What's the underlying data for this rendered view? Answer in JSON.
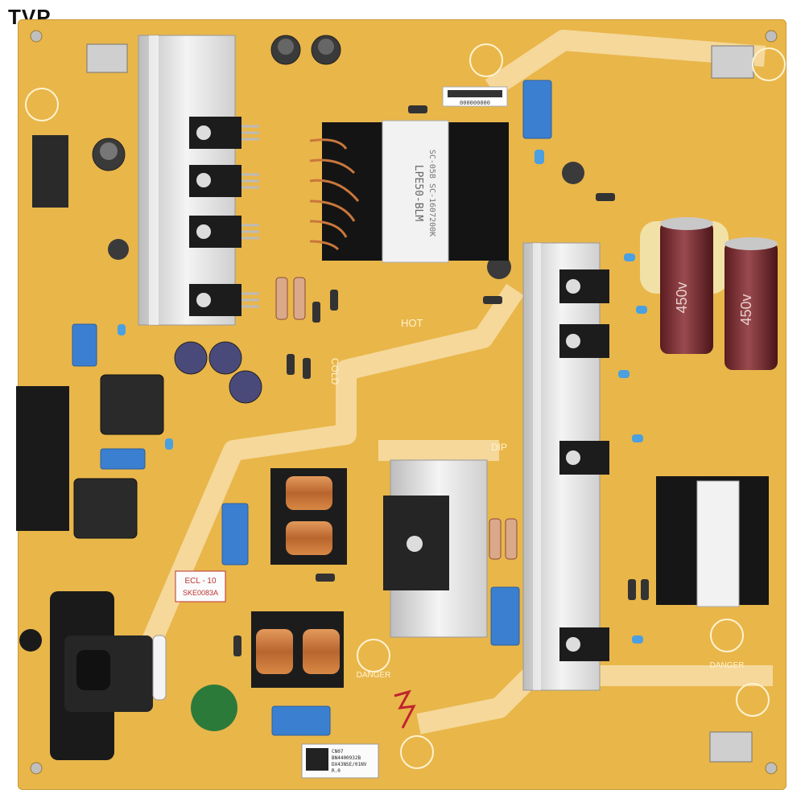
{
  "header": {
    "brand": "TVP"
  },
  "board": {
    "silkscreen": {
      "hot": "HOT",
      "cold": "COLD",
      "dip": "DIP",
      "danger_left": "DANGER",
      "danger_right": "DANGER",
      "transformer_main": "LPE50-BLM",
      "transformer_code": "SC-05B SC-1607200K",
      "cap_left": "450v",
      "cap_right": "450v",
      "warning_sticker_top": "ECL - 10",
      "warning_sticker_bottom": "SKE0083A",
      "board_label_line1": "CN07",
      "board_label_line2": "BN4400932B",
      "board_label_line3": "DX43NSE/01NV",
      "board_label_line4": "R.0",
      "top_barcode": "000000000"
    },
    "colors": {
      "pcb": "#e9b64a",
      "heatsink": "#e6e6e6",
      "capacitor_sleeve": "#7a2a2e",
      "filter_cap": "#3b7fd0",
      "copper_coil": "#c9773c"
    }
  }
}
